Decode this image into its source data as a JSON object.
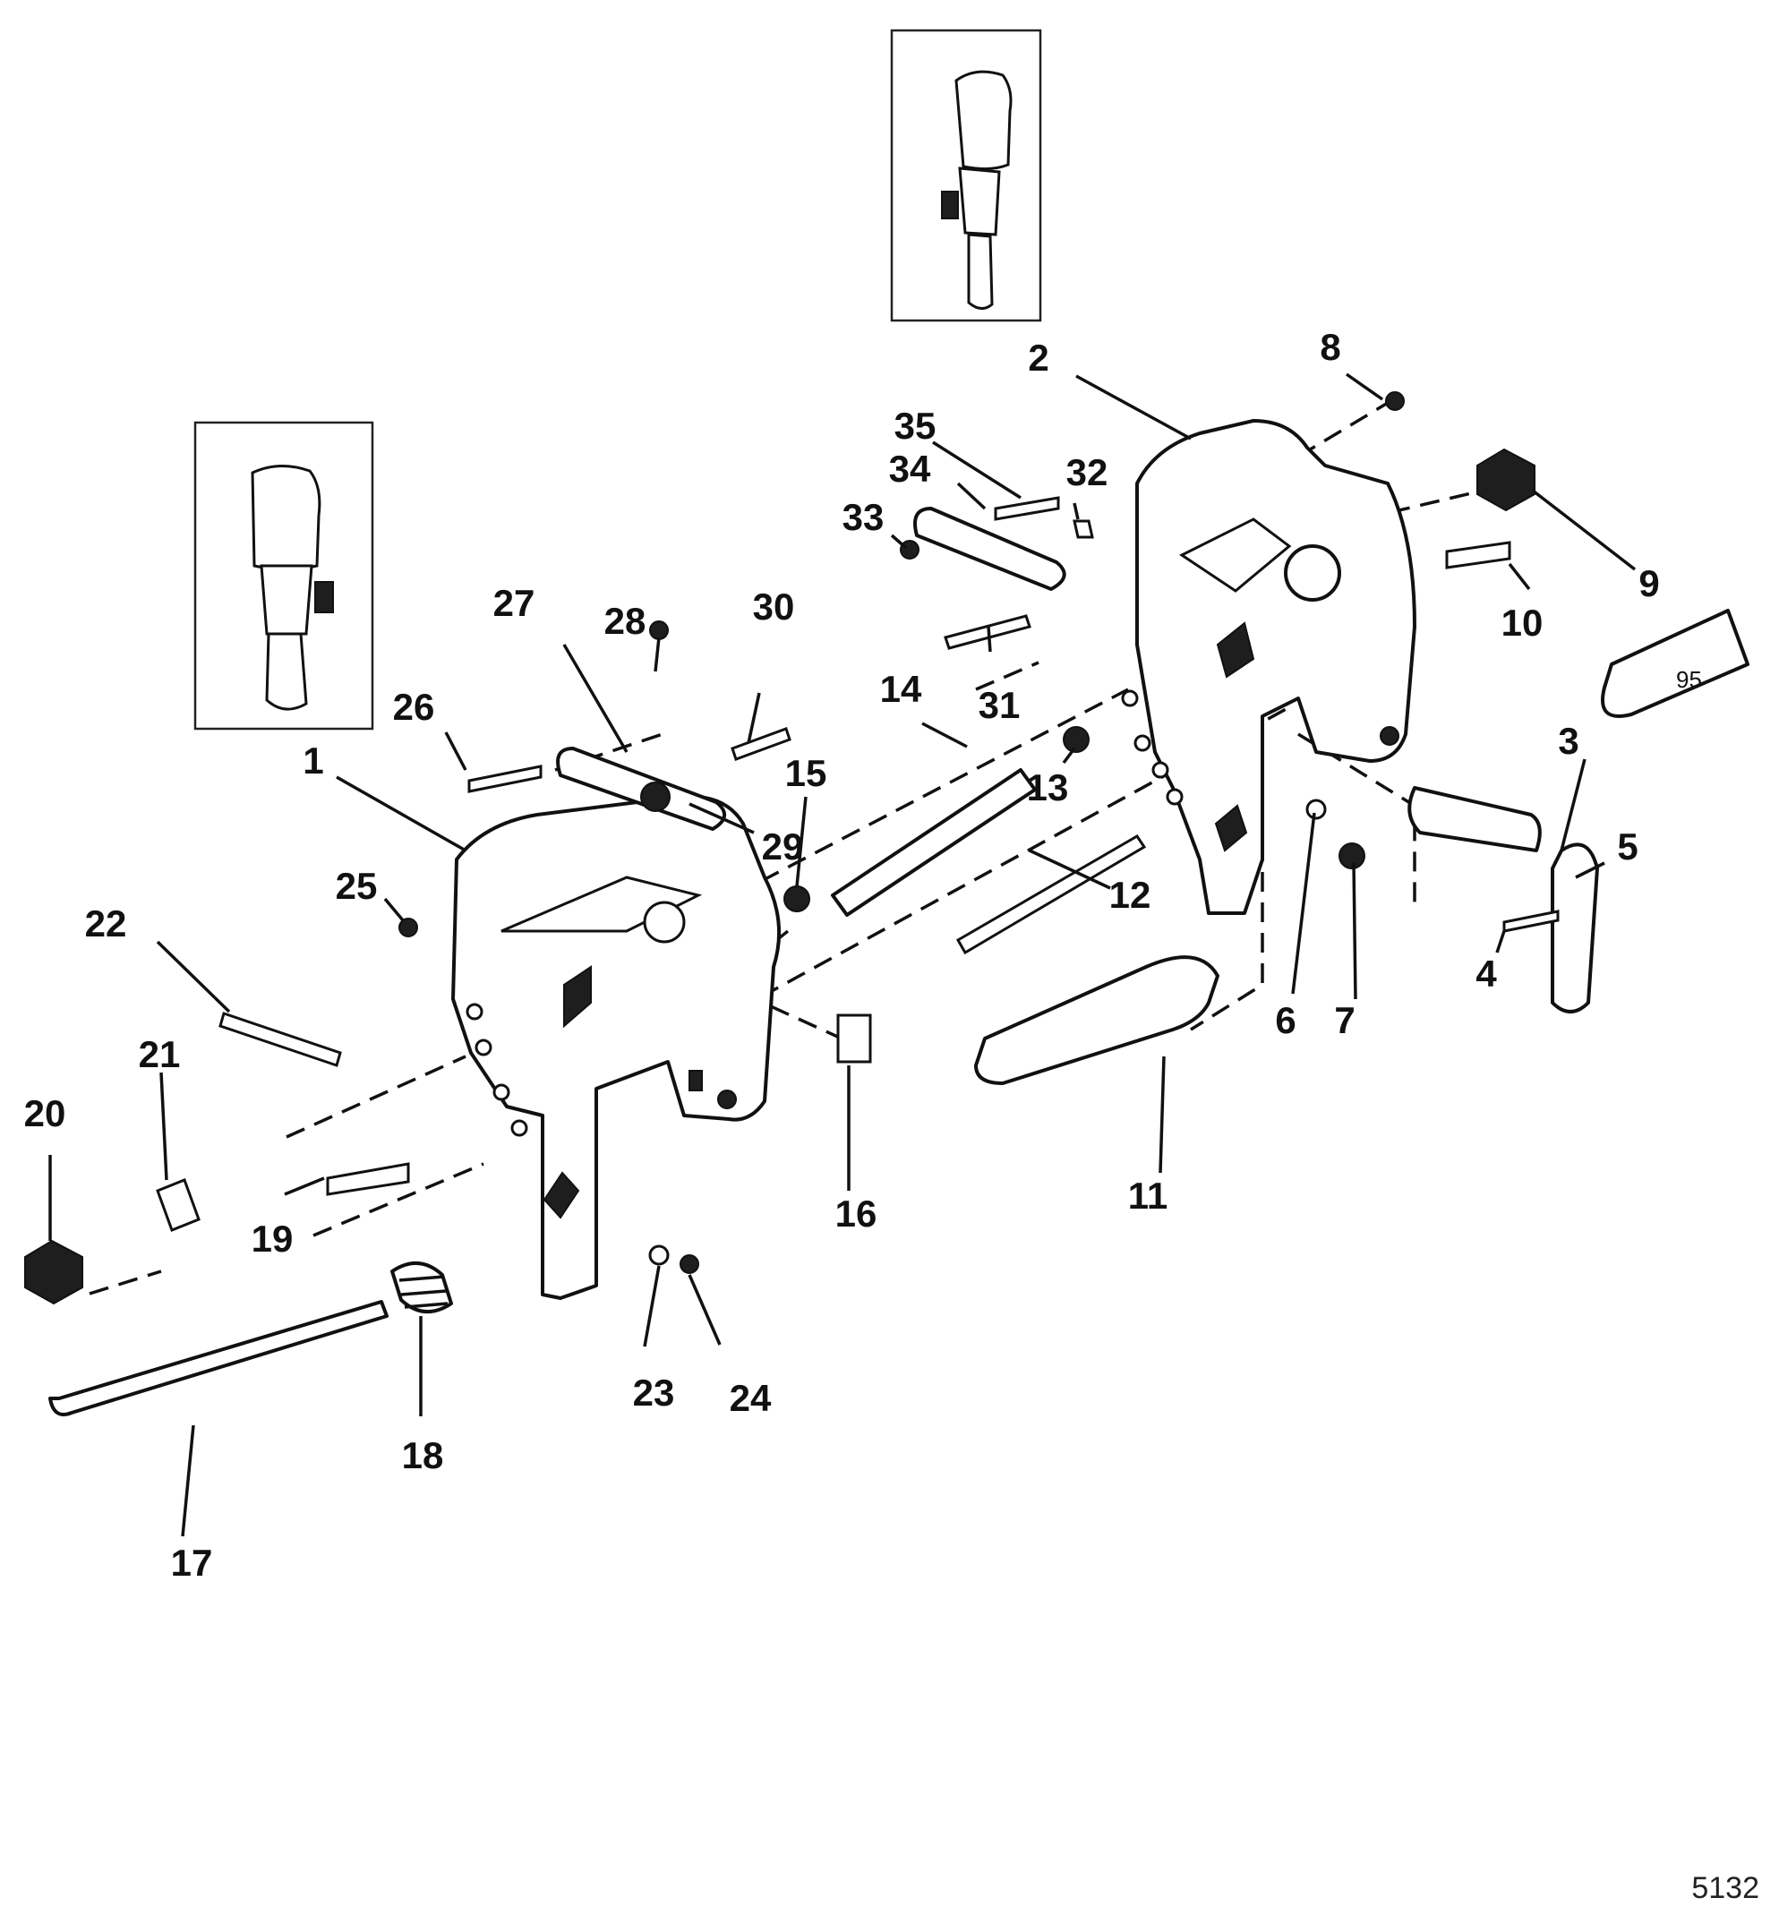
{
  "figure": {
    "number": "5132",
    "tube_label": "95"
  },
  "callouts": [
    {
      "id": "c1",
      "text": "1"
    },
    {
      "id": "c2",
      "text": "2"
    },
    {
      "id": "c3",
      "text": "3"
    },
    {
      "id": "c4",
      "text": "4"
    },
    {
      "id": "c5",
      "text": "5"
    },
    {
      "id": "c6",
      "text": "6"
    },
    {
      "id": "c7",
      "text": "7"
    },
    {
      "id": "c8",
      "text": "8"
    },
    {
      "id": "c9",
      "text": "9"
    },
    {
      "id": "c10",
      "text": "10"
    },
    {
      "id": "c11",
      "text": "11"
    },
    {
      "id": "c12",
      "text": "12"
    },
    {
      "id": "c13",
      "text": "13"
    },
    {
      "id": "c14",
      "text": "14"
    },
    {
      "id": "c15",
      "text": "15"
    },
    {
      "id": "c16",
      "text": "16"
    },
    {
      "id": "c17",
      "text": "17"
    },
    {
      "id": "c18",
      "text": "18"
    },
    {
      "id": "c19",
      "text": "19"
    },
    {
      "id": "c20",
      "text": "20"
    },
    {
      "id": "c21",
      "text": "21"
    },
    {
      "id": "c22",
      "text": "22"
    },
    {
      "id": "c23",
      "text": "23"
    },
    {
      "id": "c24",
      "text": "24"
    },
    {
      "id": "c25",
      "text": "25"
    },
    {
      "id": "c26",
      "text": "26"
    },
    {
      "id": "c27",
      "text": "27"
    },
    {
      "id": "c28",
      "text": "28"
    },
    {
      "id": "c29",
      "text": "29"
    },
    {
      "id": "c30",
      "text": "30"
    },
    {
      "id": "c31",
      "text": "31"
    },
    {
      "id": "c32",
      "text": "32"
    },
    {
      "id": "c33",
      "text": "33"
    },
    {
      "id": "c34",
      "text": "34"
    },
    {
      "id": "c35",
      "text": "35"
    }
  ],
  "palette": {
    "ink": "#111111",
    "paper": "#ffffff",
    "shade": "#1e1e1e"
  }
}
